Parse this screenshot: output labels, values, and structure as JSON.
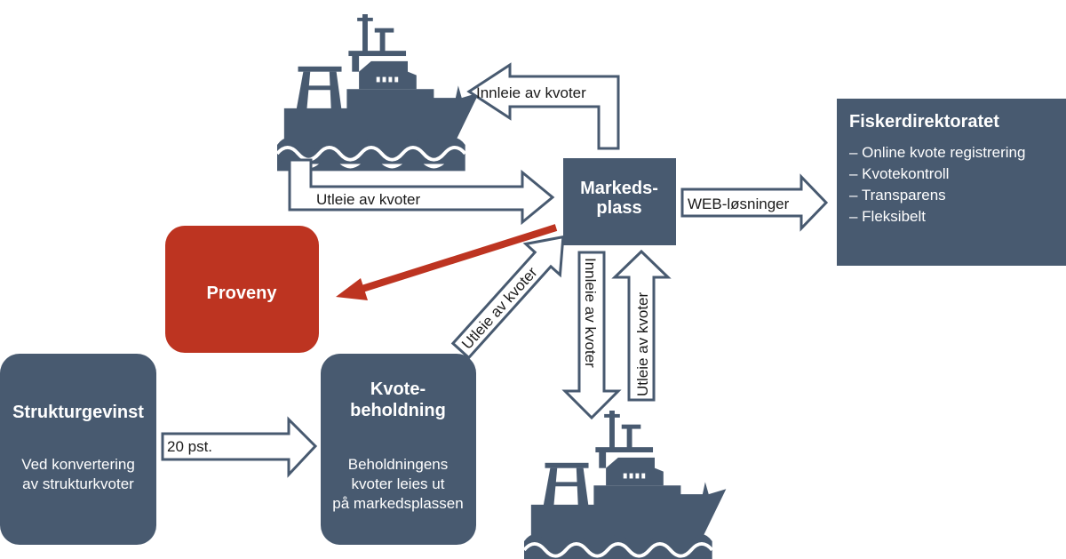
{
  "diagram": {
    "nodes": {
      "markedsplass": {
        "title_lines": [
          "Markeds-",
          "plass"
        ]
      },
      "fiskerdirektoratet": {
        "title": "Fiskerdirektoratet",
        "items": [
          "– Online kvote registrering",
          "– Kvotekontroll",
          "– Transparens",
          "– Fleksibelt"
        ]
      },
      "proveny": {
        "title": "Proveny"
      },
      "strukturgevinst": {
        "title": "Strukturgevinst",
        "body_lines": [
          "Ved konvertering",
          "av strukturkvoter"
        ]
      },
      "kvotebeholdning": {
        "title_lines": [
          "Kvote-",
          "beholdning"
        ],
        "body_lines": [
          "Beholdningens",
          "kvoter leies ut",
          "på markedsplassen"
        ]
      }
    },
    "arrows": {
      "top_innleie": "Innleie av kvoter",
      "top_utleie": "Utleie av kvoter",
      "web": "WEB-løsninger",
      "diag_utleie": "Utleie av kvoter",
      "down_innleie": "Innleie av kvoter",
      "up_utleie": "Utleie av kvoter",
      "pct": "20 pst."
    },
    "icons": {
      "top_vessel": "fishing-vessel-icon",
      "bottom_vessel": "fishing-vessel-icon"
    },
    "colors": {
      "box": "#485a70",
      "proveny": "#bd3421",
      "arrow_outline": "#485a70"
    }
  }
}
